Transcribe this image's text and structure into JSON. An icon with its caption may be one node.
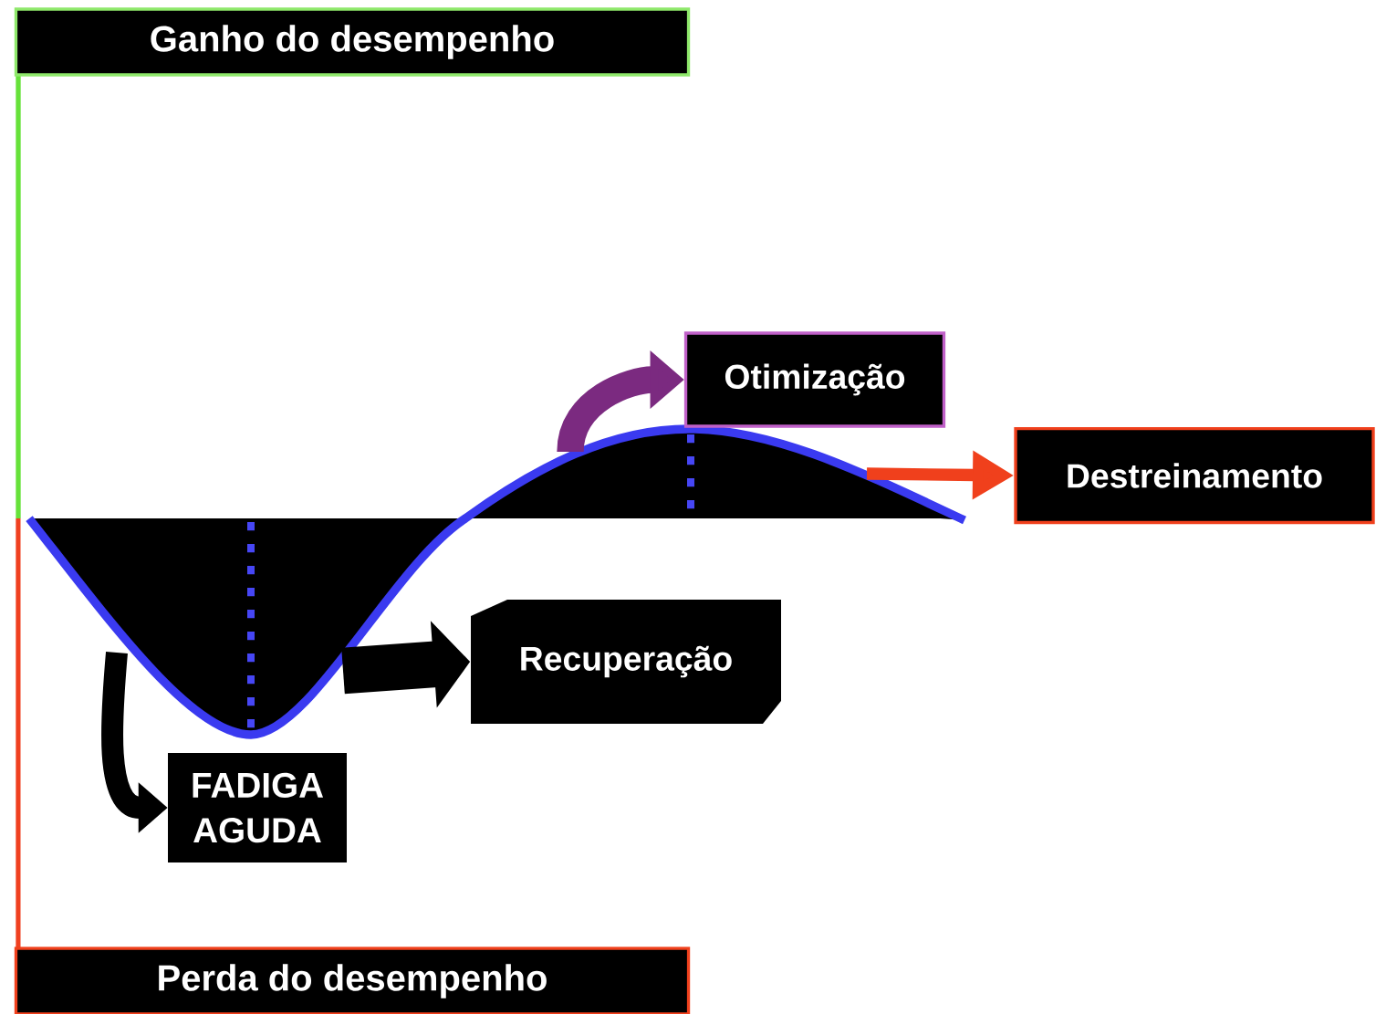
{
  "diagram": {
    "nodes": [
      {
        "text": [
          "Ganho do desempenho"
        ]
      },
      {
        "text": [
          "Perda do desempenho"
        ]
      },
      {
        "text": [
          "Otimização"
        ]
      },
      {
        "text": [
          "Destreinamento"
        ]
      },
      {
        "text": [
          "Recuperação"
        ]
      },
      {
        "text": [
          "FADIGA AGUDA"
        ]
      }
    ],
    "edges": [
      {
        "from": null,
        "to": 2,
        "arrow": "to",
        "color": "#7b2a80"
      },
      {
        "from": null,
        "to": 3,
        "arrow": "to",
        "color": "#f0401c"
      },
      {
        "from": null,
        "to": 4,
        "arrow": "to",
        "style": "thick"
      },
      {
        "from": null,
        "to": 5,
        "arrow": "to"
      }
    ]
  }
}
